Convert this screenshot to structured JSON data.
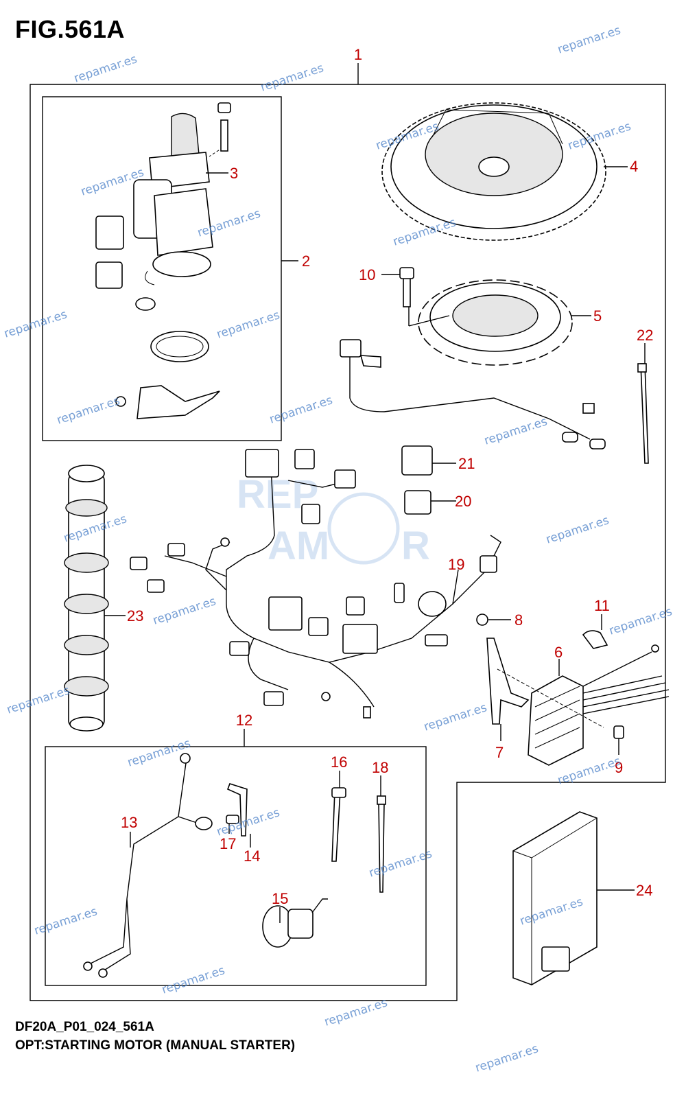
{
  "figure": {
    "title": "FIG.561A",
    "code": "DF20A_P01_024_561A",
    "description": "OPT:STARTING MOTOR (MANUAL STARTER)"
  },
  "callouts": [
    {
      "id": "1",
      "label": "1"
    },
    {
      "id": "2",
      "label": "2"
    },
    {
      "id": "3",
      "label": "3"
    },
    {
      "id": "4",
      "label": "4"
    },
    {
      "id": "5",
      "label": "5"
    },
    {
      "id": "6",
      "label": "6"
    },
    {
      "id": "7",
      "label": "7"
    },
    {
      "id": "8",
      "label": "8"
    },
    {
      "id": "9",
      "label": "9"
    },
    {
      "id": "10",
      "label": "10"
    },
    {
      "id": "11",
      "label": "11"
    },
    {
      "id": "12",
      "label": "12"
    },
    {
      "id": "13",
      "label": "13"
    },
    {
      "id": "14",
      "label": "14"
    },
    {
      "id": "15",
      "label": "15"
    },
    {
      "id": "16",
      "label": "16"
    },
    {
      "id": "17",
      "label": "17"
    },
    {
      "id": "18",
      "label": "18"
    },
    {
      "id": "19",
      "label": "19"
    },
    {
      "id": "20",
      "label": "20"
    },
    {
      "id": "21",
      "label": "21"
    },
    {
      "id": "22",
      "label": "22"
    },
    {
      "id": "23",
      "label": "23"
    },
    {
      "id": "24",
      "label": "24"
    }
  ],
  "watermark": {
    "text": "repamar.es",
    "logo_text": "REPAMAR",
    "color": "#4a80c8"
  }
}
